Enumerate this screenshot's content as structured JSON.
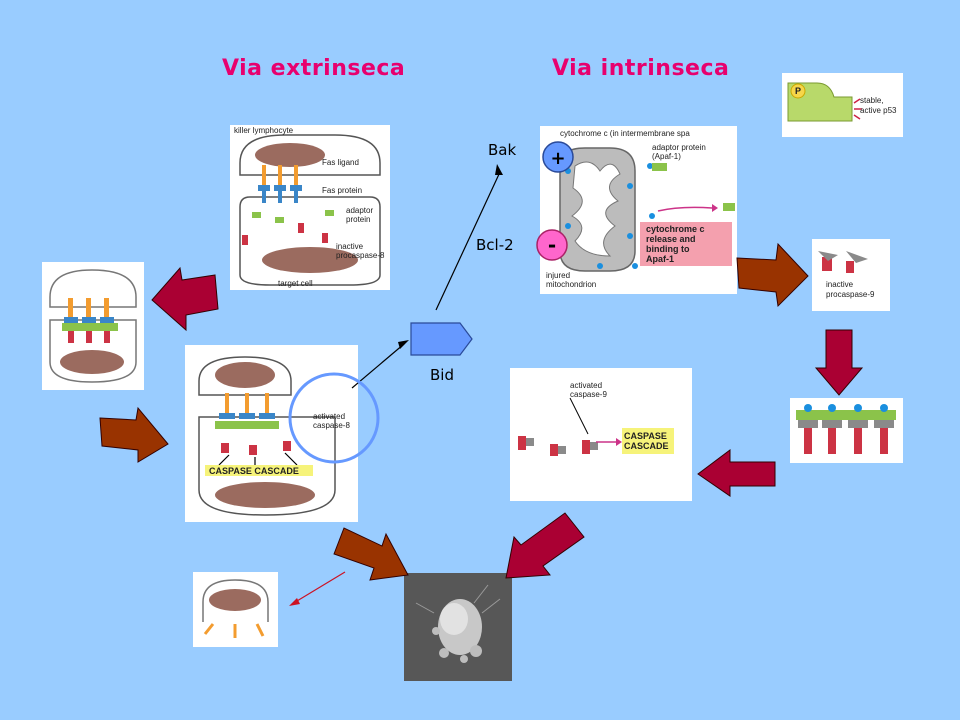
{
  "titles": {
    "extrinsic": "Via extrinseca",
    "intrinsic": "Via intrinseca"
  },
  "labels": {
    "bak": "Bak",
    "bcl2": "Bcl-2",
    "bid": "Bid",
    "plus": "+",
    "minus": "-"
  },
  "extrinsic_panel": {
    "killer": "killer lymphocyte",
    "fas_ligand": "Fas ligand",
    "fas_protein": "Fas protein",
    "adaptor": [
      "adaptor",
      "protein"
    ],
    "inactive": [
      "inactive",
      "procaspase-8"
    ],
    "target": "target cell"
  },
  "cascade_panel": {
    "activated": [
      "activated",
      "caspase-8"
    ],
    "cascade": "CASPASE CASCADE"
  },
  "mito_panel": {
    "cyto": "cytochrome c (in intermembrane spa",
    "adaptor": [
      "adaptor protein",
      "(Apaf-1)"
    ],
    "release": [
      "cytochrome c",
      "release and",
      "binding to",
      "Apaf-1"
    ],
    "injured": [
      "injured",
      "mitochondrion"
    ]
  },
  "p53_panel": {
    "p": "P",
    "text": [
      "stable,",
      "active p53"
    ]
  },
  "procasp9_panel": {
    "text": [
      "inactive",
      "procaspase-9"
    ]
  },
  "casp9_panel": {
    "activated": [
      "activated",
      "caspase-9"
    ],
    "cascade": [
      "CASPASE",
      "CASCADE"
    ]
  },
  "colors": {
    "title": "#e8006e",
    "background": "#99ccff",
    "arrow": "#993300",
    "arrow_dark": "#aa0033",
    "bid": "#6699ff"
  }
}
